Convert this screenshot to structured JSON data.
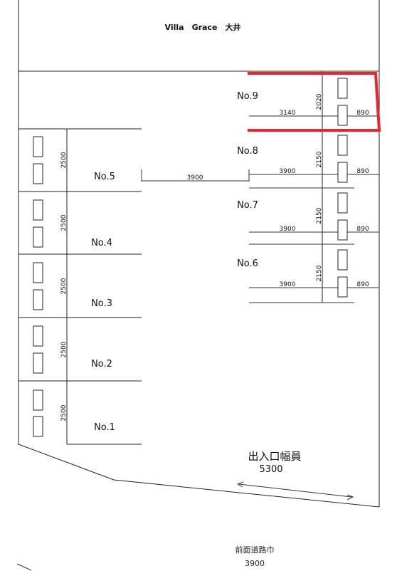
{
  "building": {
    "name": "Villa　Grace　大井"
  },
  "left_spaces": [
    {
      "label": "No.5",
      "width": "2500"
    },
    {
      "label": "No.4",
      "width": "2500"
    },
    {
      "label": "No.3",
      "width": "2500"
    },
    {
      "label": "No.2",
      "width": "2500"
    },
    {
      "label": "No.1",
      "width": "2500"
    }
  ],
  "right_spaces": [
    {
      "label": "No.9",
      "length": "3140",
      "width": "2020",
      "car": "890",
      "highlighted": true
    },
    {
      "label": "No.8",
      "length": "3900",
      "width": "2150",
      "car": "890",
      "highlighted": false
    },
    {
      "label": "No.7",
      "length": "3900",
      "width": "2150",
      "car": "890",
      "highlighted": false
    },
    {
      "label": "No.6",
      "length": "3900",
      "width": "2150",
      "car": "890",
      "highlighted": false
    }
  ],
  "no5_length": "3900",
  "entrance": {
    "label": "出入口幅員",
    "width": "5300"
  },
  "road": {
    "label": "前面道路巾",
    "width": "3900"
  },
  "colors": {
    "highlight": "#e8262f",
    "line": "#222222"
  }
}
